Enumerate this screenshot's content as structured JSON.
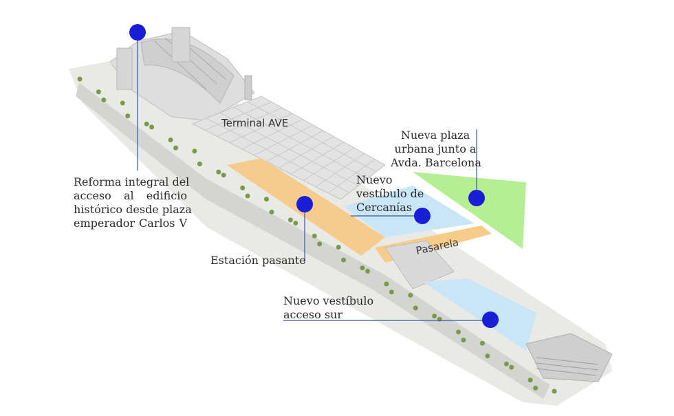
{
  "colors": {
    "marker": "#1a1fd6",
    "leader_line": "#3b55a8",
    "estacion_pasante_zone": "#f5cc8e",
    "cercanias_zone": "#c8e6f6",
    "plaza_zone": "#b6ee94",
    "pasarela_zone": "#f7cc8a",
    "buildings": "#dcdcdc",
    "trees": "#7a9a4a"
  },
  "map_labels": {
    "terminal_ave": "Terminal AVE",
    "pasarela": "Pasarela"
  },
  "callouts": {
    "reforma": {
      "lines": [
        "Reforma integral del",
        "acceso al edificio",
        "histórico desde plaza",
        "emperador Carlos V"
      ]
    },
    "estacion_pasante": {
      "lines": [
        "Estación pasante"
      ]
    },
    "vestibulo_cercanias": {
      "lines": [
        "Nuevo",
        "vestíbulo de",
        "Cercanías"
      ]
    },
    "plaza_urbana": {
      "lines": [
        "Nueva plaza",
        "urbana junto a",
        "Avda. Barcelona"
      ]
    },
    "vestibulo_sur": {
      "lines": [
        "Nuevo vestíbulo",
        "acceso sur"
      ]
    }
  }
}
